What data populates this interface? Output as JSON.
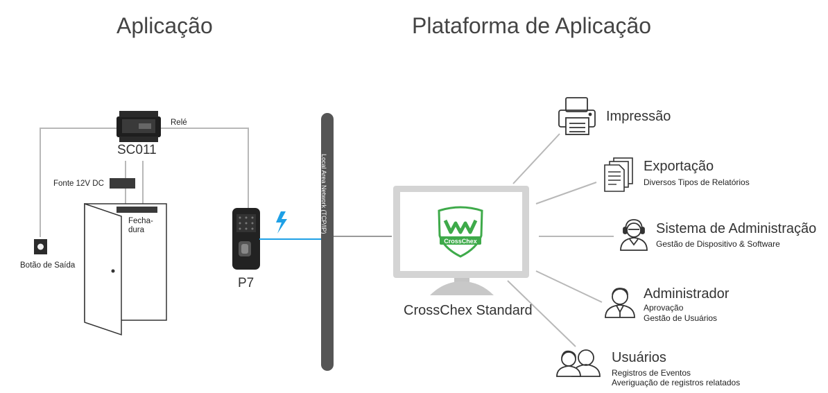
{
  "headers": {
    "application": "Aplicação",
    "platform": "Plataforma de Aplicação"
  },
  "application": {
    "controller": "SC011",
    "relay": "Relé",
    "power": "Fonte 12V DC",
    "lock": "Fecha-\ndura",
    "exit_button": "Botão de Saída",
    "device": "P7"
  },
  "network": {
    "label": "Local Area Network (TCP/IP)"
  },
  "software": {
    "name": "CrossChex Standard",
    "logo_text": "CrossChex"
  },
  "outputs": [
    {
      "icon": "printer-icon",
      "title": "Impressão",
      "lines": []
    },
    {
      "icon": "document-stack-icon",
      "title": "Exportação",
      "lines": [
        "Diversos Tipos de Relatórios"
      ]
    },
    {
      "icon": "operator-headset-icon",
      "title": "Sistema de Administração",
      "lines": [
        "Gestão de Dispositivo & Software"
      ]
    },
    {
      "icon": "admin-person-icon",
      "title": "Administrador",
      "lines": [
        "Aprovação",
        "Gestão de Usuários"
      ]
    },
    {
      "icon": "users-group-icon",
      "title": "Usuários",
      "lines": [
        "Registros de Eventos",
        "Averiguação de registros relatados"
      ]
    }
  ],
  "colors": {
    "lan_bar": "#555555",
    "lines": "#b8b8b8",
    "wireless": "#1ea0e6",
    "logo": "#3eaa4a"
  }
}
